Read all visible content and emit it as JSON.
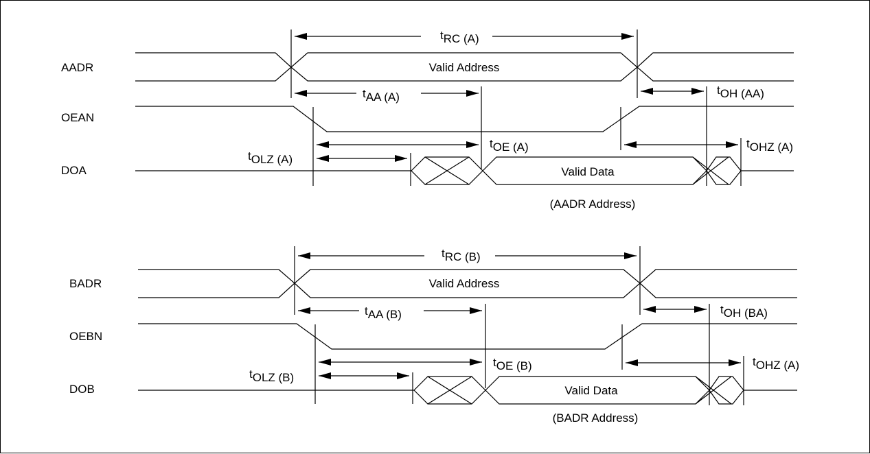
{
  "diagram_a": {
    "signals": [
      "AADR",
      "OEAN",
      "DOA"
    ],
    "valid_address": "Valid Address",
    "valid_data": "Valid Data",
    "data_source": "(AADR Address)",
    "timing": {
      "trc": {
        "t": "t",
        "sub": "RC (A)"
      },
      "taa": {
        "t": "t",
        "sub": "AA (A)"
      },
      "toe": {
        "t": "t",
        "sub": "OE (A)"
      },
      "tolz": {
        "t": "t",
        "sub": "OLZ (A)"
      },
      "toh": {
        "t": "t",
        "sub": "OH (AA)"
      },
      "tohz": {
        "t": "t",
        "sub": "OHZ (A)"
      }
    }
  },
  "diagram_b": {
    "signals": [
      "BADR",
      "OEBN",
      "DOB"
    ],
    "valid_address": "Valid Address",
    "valid_data": "Valid Data",
    "data_source": "(BADR Address)",
    "timing": {
      "trc": {
        "t": "t",
        "sub": "RC (B)"
      },
      "taa": {
        "t": "t",
        "sub": "AA (B)"
      },
      "toe": {
        "t": "t",
        "sub": "OE (B)"
      },
      "tolz": {
        "t": "t",
        "sub": "OLZ (B)"
      },
      "toh": {
        "t": "t",
        "sub": "OH (BA)"
      },
      "tohz": {
        "t": "t",
        "sub": "OHZ (A)"
      }
    }
  }
}
